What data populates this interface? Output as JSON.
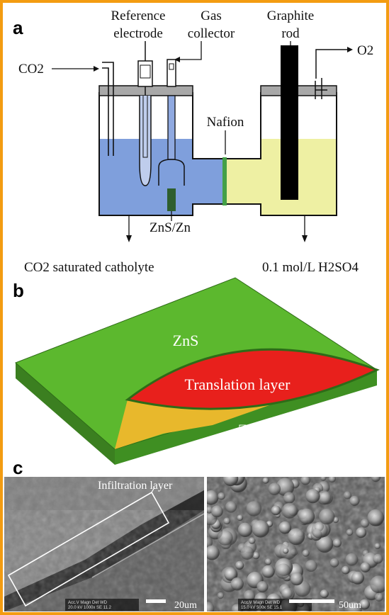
{
  "panel_a": {
    "letter": "a",
    "labels": {
      "reference_electrode_line1": "Reference",
      "reference_electrode_line2": "electrode",
      "gas_collector_line1": "Gas",
      "gas_collector_line2": "collector",
      "graphite_rod_line1": "Graphite",
      "graphite_rod_line2": "rod",
      "co2_inlet": "CO2",
      "o2_outlet": "O2",
      "nafion": "Nafion",
      "zns_zn": "ZnS/Zn",
      "catholyte": "CO2 saturated catholyte",
      "anolyte": "0.1 mol/L H2SO4"
    },
    "colors": {
      "catholyte": "#7f9fdc",
      "anolyte": "#eef0a3",
      "nafion": "#43a047",
      "electrode": "#2e5e2e",
      "cap": "#a8a8a8",
      "rod": "#000000"
    }
  },
  "panel_b": {
    "letter": "b",
    "labels": {
      "zns": "ZnS",
      "translation_layer": "Translation layer",
      "zn": "Zn"
    },
    "colors": {
      "zns": "#5cb82e",
      "translation": "#e8201c",
      "zn": "#e8b82c"
    }
  },
  "panel_c": {
    "letter": "c",
    "left_image": {
      "annotation": "Infiltration layer",
      "scale_bar": "20um",
      "meta_line1": "Acc.V  Magn   Det  WD",
      "meta_line2": "20.0 kV 1000x   SE  11.2"
    },
    "right_image": {
      "scale_bar": "50um",
      "meta_line1": "Acc.V  Magn   Det  WD",
      "meta_line2": "15.0 kV 500x   SE  15.1"
    }
  }
}
